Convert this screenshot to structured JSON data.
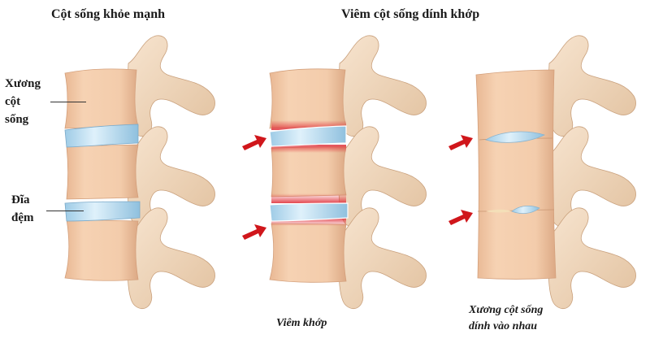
{
  "panels": [
    {
      "id": "healthy",
      "title": "Cột sống khỏe mạnh",
      "labels": {
        "vertebra": "Xương cột sống",
        "vertebra_lines": [
          "Xương",
          "cột",
          "sống"
        ],
        "disc": "Đĩa đệm",
        "disc_lines": [
          "Đĩa",
          "đệm"
        ]
      }
    },
    {
      "id": "inflamed",
      "title": "Viêm cột sống dính khớp",
      "caption": "Viêm khớp"
    },
    {
      "id": "fused",
      "caption": "Xương cột sống dính vào nhau",
      "caption_lines": [
        "Xương cột sống",
        "dính vào nhau"
      ]
    }
  ],
  "colors": {
    "bone": "#f2c8a4",
    "bone_shadow": "#d9a985",
    "process": "#f3dcc3",
    "disc": "#b9dcf0",
    "inflammation": "#e0313a",
    "arrow": "#d0161b"
  },
  "icons": [
    "red-arrow-icon"
  ]
}
